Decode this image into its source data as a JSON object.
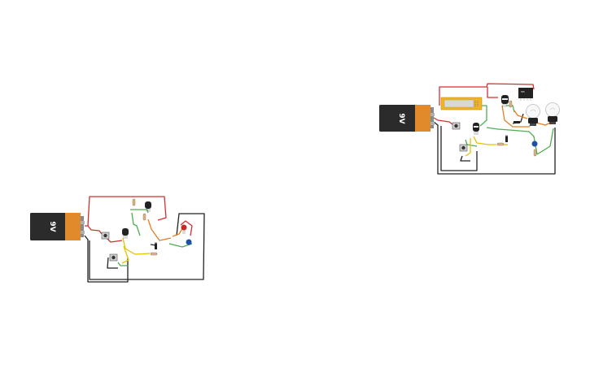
{
  "battery_label": "9V",
  "ic_label": "555",
  "colors": {
    "wire_red": "#d32f2f",
    "wire_black": "#222222",
    "wire_green": "#4caf50",
    "wire_orange": "#e67e22",
    "wire_yellow": "#e5c100",
    "battery_body": "#2b2b2b",
    "battery_cap": "#e08a2c",
    "breadboard": "#f0b429",
    "led_red": "#c62828",
    "led_blue": "#1e4fa8"
  },
  "circuits": [
    {
      "id": "circuit-left",
      "components": [
        "battery-9v",
        "push-button",
        "push-button",
        "transistor",
        "transistor",
        "resistor",
        "resistor",
        "resistor",
        "diode",
        "led-red",
        "led-blue"
      ]
    },
    {
      "id": "circuit-right",
      "components": [
        "battery-9v",
        "mini-breadboard",
        "push-button",
        "push-button",
        "transistor",
        "transistor",
        "ic-555",
        "resistor",
        "resistor",
        "resistor",
        "diode",
        "led-blue",
        "light-bulb",
        "light-bulb"
      ]
    }
  ]
}
